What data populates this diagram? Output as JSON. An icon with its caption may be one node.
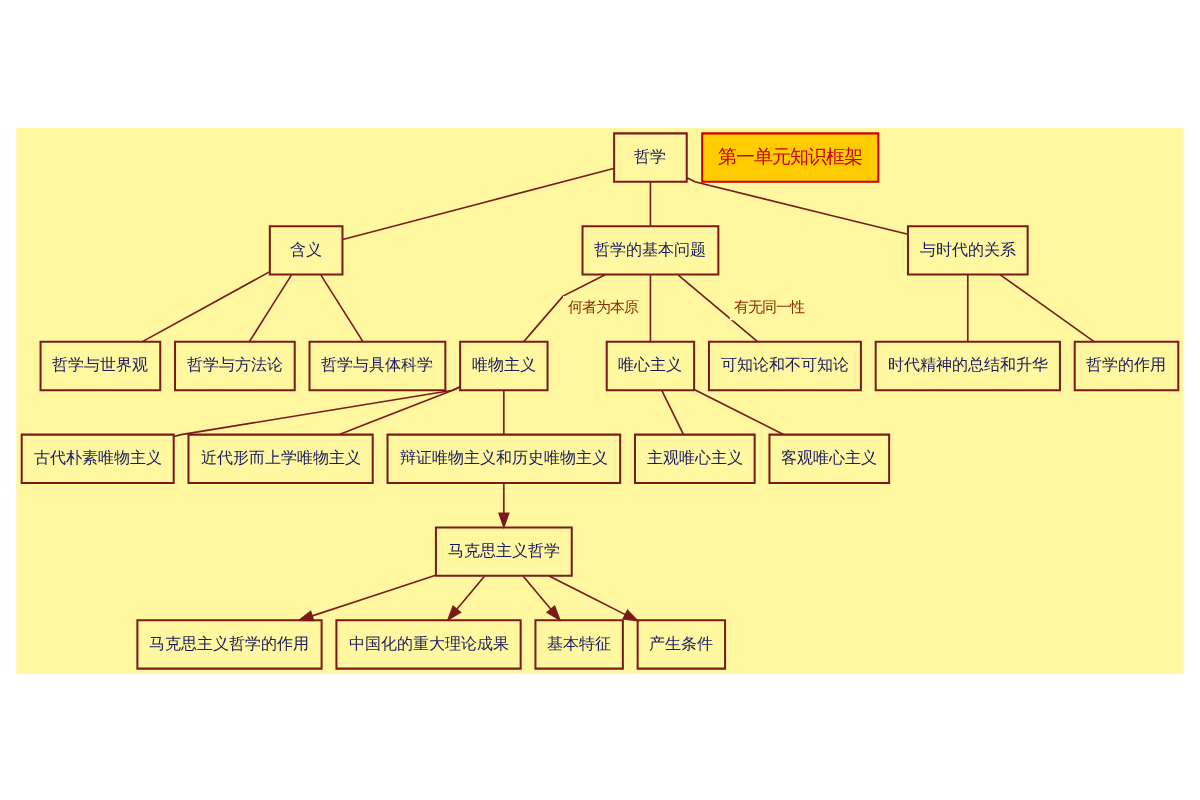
{
  "diagram": {
    "nodes": [
      {
        "text": [
          "哲学"
        ]
      },
      {
        "text": [
          "含义"
        ]
      },
      {
        "text": [
          "哲学的基本问题"
        ]
      },
      {
        "text": [
          "与时代的关系"
        ]
      },
      {
        "text": [
          "哲学与世界观"
        ]
      },
      {
        "text": [
          "哲学与方法论"
        ]
      },
      {
        "text": [
          "哲学与具体科学"
        ]
      },
      {
        "text": [
          "唯物主义"
        ]
      },
      {
        "text": [
          "唯心主义"
        ]
      },
      {
        "text": [
          "可知论和不可知论"
        ]
      },
      {
        "text": [
          "时代精神的总结和升华"
        ]
      },
      {
        "text": [
          "哲学的作用"
        ]
      },
      {
        "text": [
          "古代朴素唯物主义"
        ]
      },
      {
        "text": [
          "近代形而上学唯物主义"
        ]
      },
      {
        "text": [
          "辩证唯物主义和历史唯物主义"
        ]
      },
      {
        "text": [
          "主观唯心主义"
        ]
      },
      {
        "text": [
          "客观唯心主义"
        ]
      },
      {
        "text": [
          "马克思主义哲学"
        ]
      },
      {
        "text": [
          "马克思主义哲学的作用"
        ]
      },
      {
        "text": [
          "中国化的重大理论成果"
        ]
      },
      {
        "text": [
          "基本特征"
        ]
      },
      {
        "text": [
          "产生条件"
        ]
      },
      {
        "text": [
          "第一单元知识框架"
        ]
      }
    ],
    "edges": [
      {
        "from": 0,
        "to": 1,
        "arrow": "none"
      },
      {
        "from": 0,
        "to": 2,
        "arrow": "none"
      },
      {
        "from": 0,
        "to": 3,
        "arrow": "none"
      },
      {
        "from": 1,
        "to": 4,
        "arrow": "none"
      },
      {
        "from": 1,
        "to": 5,
        "arrow": "none"
      },
      {
        "from": 1,
        "to": 6,
        "arrow": "none"
      },
      {
        "from": 2,
        "to": 7,
        "arrow": "none",
        "label": "何者为本原"
      },
      {
        "from": 2,
        "to": 8,
        "arrow": "none"
      },
      {
        "from": 2,
        "to": 9,
        "arrow": "none",
        "label": "有无同一性"
      },
      {
        "from": 3,
        "to": 10,
        "arrow": "none"
      },
      {
        "from": 3,
        "to": 11,
        "arrow": "none"
      },
      {
        "from": 7,
        "to": 12,
        "arrow": "none"
      },
      {
        "from": 7,
        "to": 13,
        "arrow": "none"
      },
      {
        "from": 7,
        "to": 14,
        "arrow": "none"
      },
      {
        "from": 8,
        "to": 15,
        "arrow": "none"
      },
      {
        "from": 8,
        "to": 16,
        "arrow": "none"
      },
      {
        "from": 14,
        "to": 17,
        "arrow": "to"
      },
      {
        "from": 17,
        "to": 18,
        "arrow": "to"
      },
      {
        "from": 17,
        "to": 19,
        "arrow": "to"
      },
      {
        "from": 17,
        "to": 20,
        "arrow": "to"
      },
      {
        "from": 17,
        "to": 21,
        "arrow": "to"
      }
    ]
  }
}
